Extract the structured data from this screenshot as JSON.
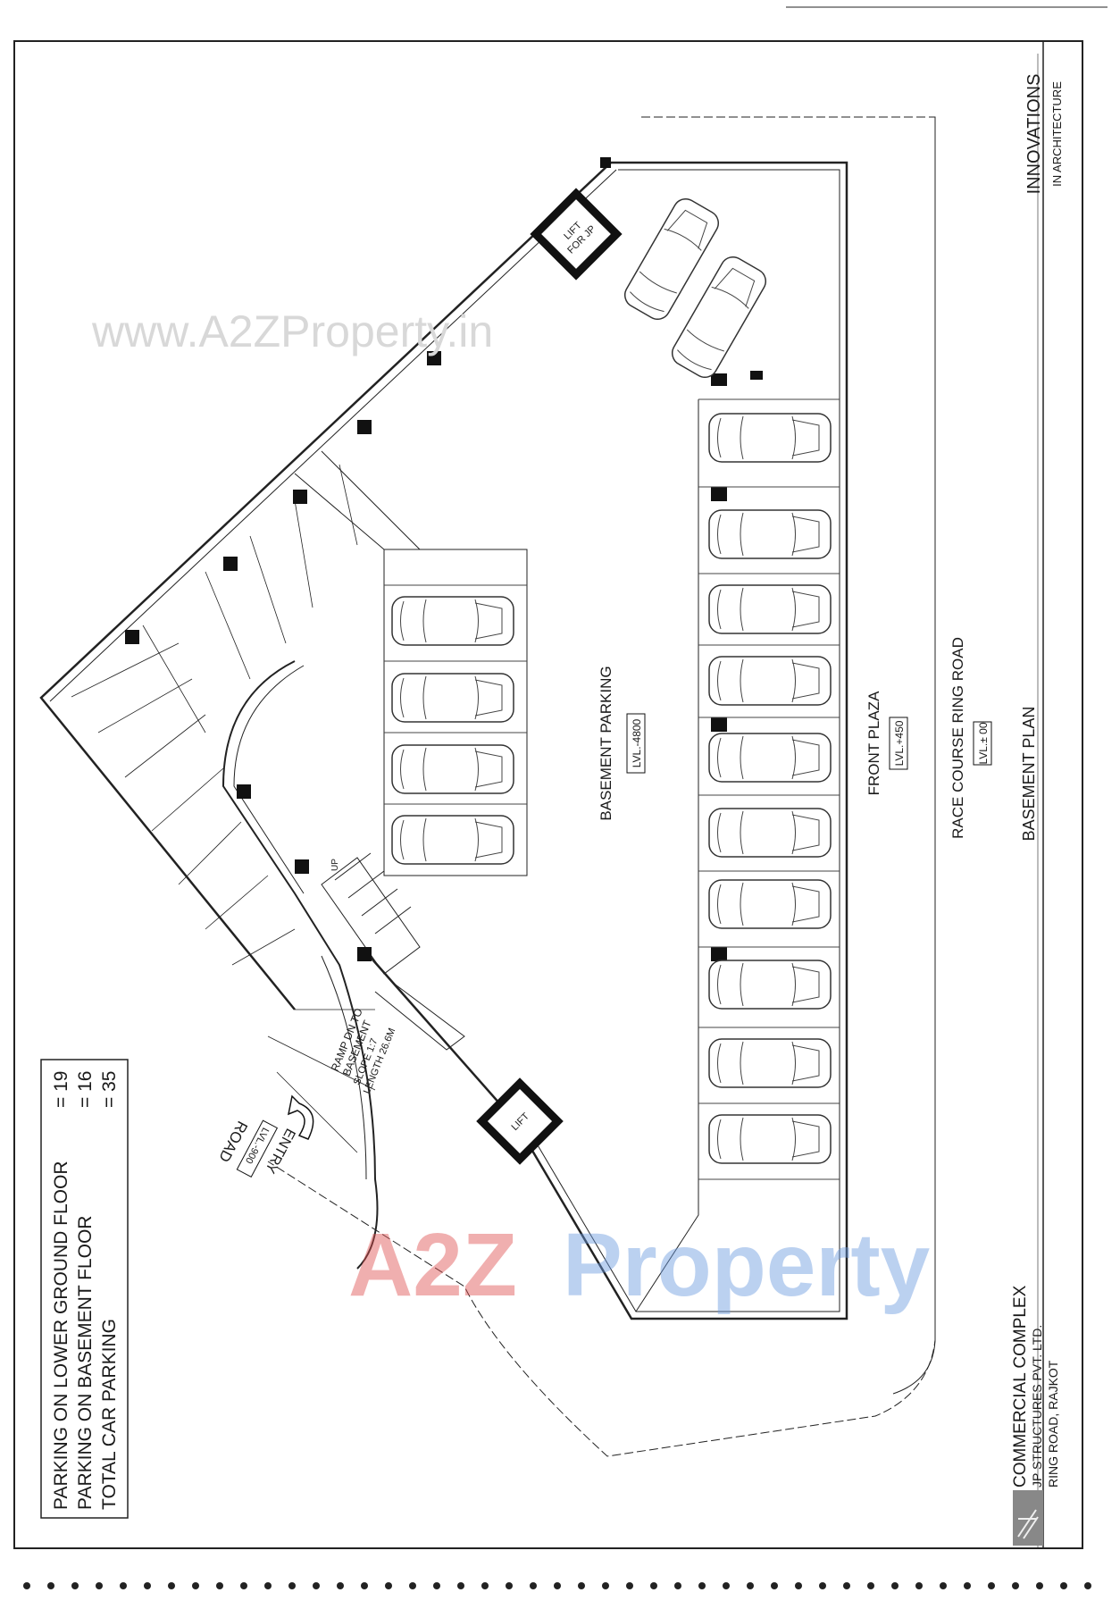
{
  "title_block": {
    "firm": "INNOVATIONS",
    "firm_sub": "IN ARCHITECTURE",
    "sheet_title": "BASEMENT PLAN",
    "project": "COMMERCIAL COMPLEX",
    "client": "JP STRUCTURES PVT. LTD.",
    "location": "RING ROAD, RAJKOT"
  },
  "legend": {
    "rows": [
      {
        "label": "PARKING ON LOWER GROUND FLOOR",
        "value": "= 19"
      },
      {
        "label": "PARKING ON BASEMENT FLOOR",
        "value": "= 16"
      },
      {
        "label": "TOTAL CAR PARKING",
        "value": "= 35"
      }
    ]
  },
  "plan": {
    "basement_label": "BASEMENT PARKING",
    "basement_level": "LVL.-4800",
    "plaza_label": "FRONT PLAZA",
    "plaza_level": "LVL.+450",
    "road_label": "RACE COURSE RING ROAD",
    "road_level": "LVL.± 00",
    "lift_jp": [
      "LIFT",
      "FOR JP"
    ],
    "lift": "LIFT",
    "stair_up": "UP",
    "ramp_lines": [
      "RAMP DN TO",
      "BASEMENT",
      "SLOPE 1:7",
      "LENGTH 26.6M"
    ],
    "entry": "ENTRY",
    "entry_level": "LVL.-900",
    "entry_road": "ROAD"
  },
  "watermarks": {
    "url": "www.A2ZProperty.in",
    "logo_a2z": "A2Z",
    "logo_property": "Property"
  }
}
